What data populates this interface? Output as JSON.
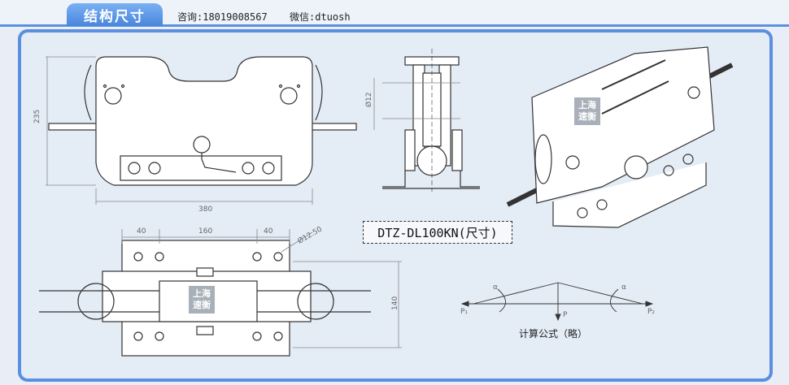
{
  "header": {
    "title": "结构尺寸",
    "contact": "咨询:18019008567",
    "wechat": "微信:dtuosh"
  },
  "front_view": {
    "height_dim": "235",
    "width_dim": "380"
  },
  "side_view": {
    "diameter_dim": "Ø12"
  },
  "model_label": "DTZ-DL100KN(尺寸)",
  "plan_view": {
    "dim_left": "40",
    "dim_mid": "160",
    "dim_right": "40",
    "hole_dim": "Ø12.50",
    "height_dim": "140"
  },
  "logo_text": [
    "上海",
    "速衡"
  ],
  "formula": {
    "p1": "P₁",
    "p": "P",
    "p2": "P₂",
    "alpha": "α",
    "caption": "计算公式（略）"
  }
}
